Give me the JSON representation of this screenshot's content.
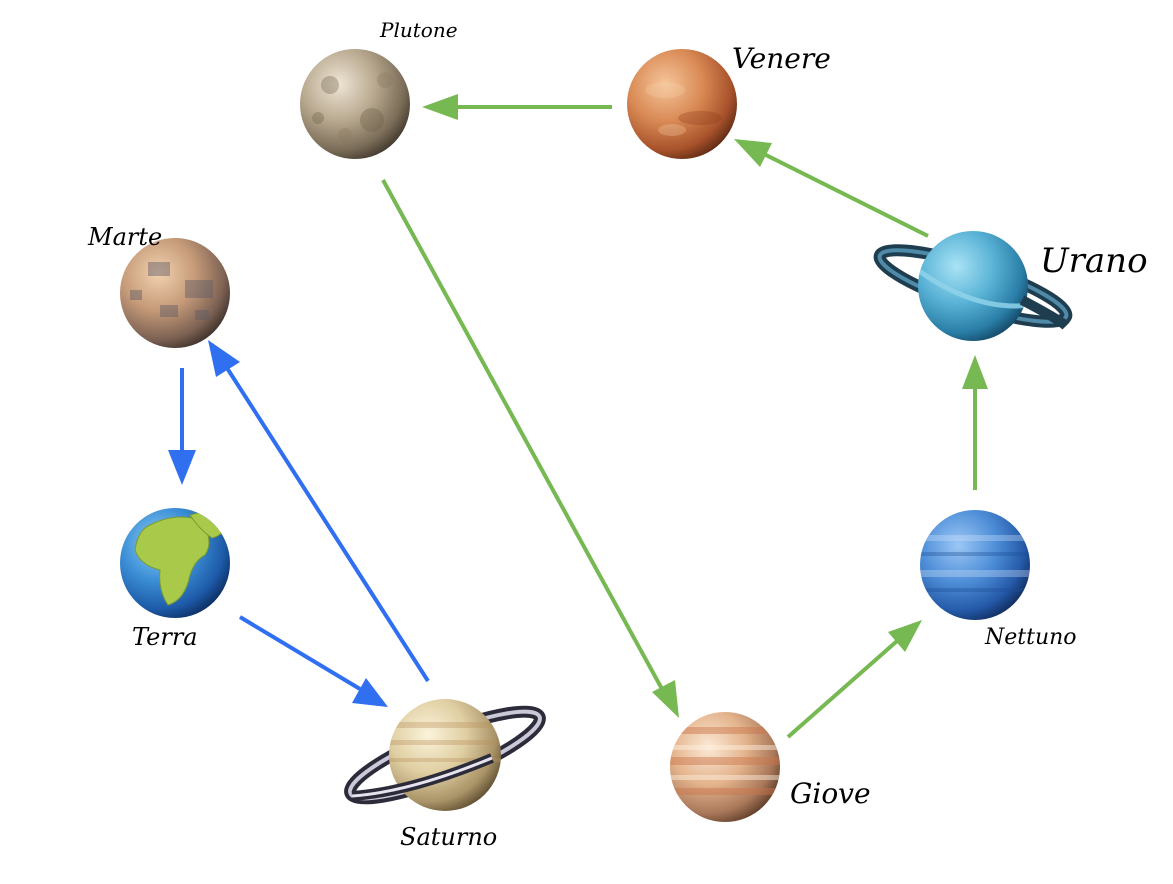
{
  "planets": {
    "plutone": {
      "label": "Plutone"
    },
    "venere": {
      "label": "Venere"
    },
    "marte": {
      "label": "Marte"
    },
    "urano": {
      "label": "Urano"
    },
    "terra": {
      "label": "Terra"
    },
    "nettuno": {
      "label": "Nettuno"
    },
    "saturno": {
      "label": "Saturno"
    },
    "giove": {
      "label": "Giove"
    }
  },
  "colors": {
    "blue_arrow": "#2f6ff0",
    "green_arrow": "#76b852"
  }
}
